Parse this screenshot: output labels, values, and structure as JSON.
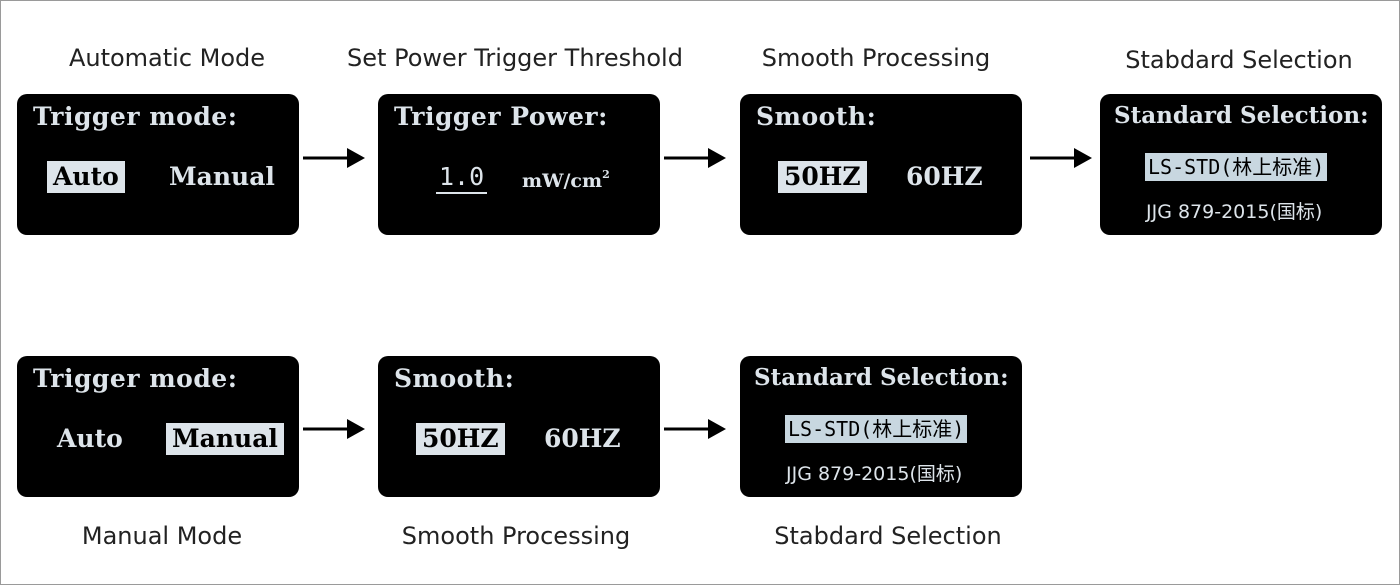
{
  "row1": {
    "captions": [
      "Automatic Mode",
      "Set Power Trigger Threshold",
      "Smooth Processing",
      "Stabdard Selection"
    ],
    "screen1": {
      "title": "Trigger mode:",
      "options": [
        "Auto",
        "Manual"
      ],
      "selected": "Auto"
    },
    "screen2": {
      "title": "Trigger Power:",
      "value": "1.0",
      "unit": "mW/cm",
      "unit_exp": "2"
    },
    "screen3": {
      "title": "Smooth:",
      "options": [
        "50HZ",
        "60HZ"
      ],
      "selected": "50HZ"
    },
    "screen4": {
      "title": "Standard Selection:",
      "options": [
        "LS-STD(林上标准)",
        "JJG 879-2015(国标)"
      ],
      "selected": "LS-STD(林上标准)"
    }
  },
  "row2": {
    "captions": [
      "Manual Mode",
      "Smooth Processing",
      "Stabdard Selection"
    ],
    "screen1": {
      "title": "Trigger mode:",
      "options": [
        "Auto",
        "Manual"
      ],
      "selected": "Manual"
    },
    "screen2": {
      "title": "Smooth:",
      "options": [
        "50HZ",
        "60HZ"
      ],
      "selected": "50HZ"
    },
    "screen3": {
      "title": "Standard Selection:",
      "options": [
        "LS-STD(林上标准)",
        "JJG 879-2015(国标)"
      ],
      "selected": "LS-STD(林上标准)"
    }
  },
  "colors": {
    "screen_bg": "#000000",
    "screen_text": "#dde4ea",
    "highlight": "#dde4ea",
    "arrow": "#000000"
  }
}
